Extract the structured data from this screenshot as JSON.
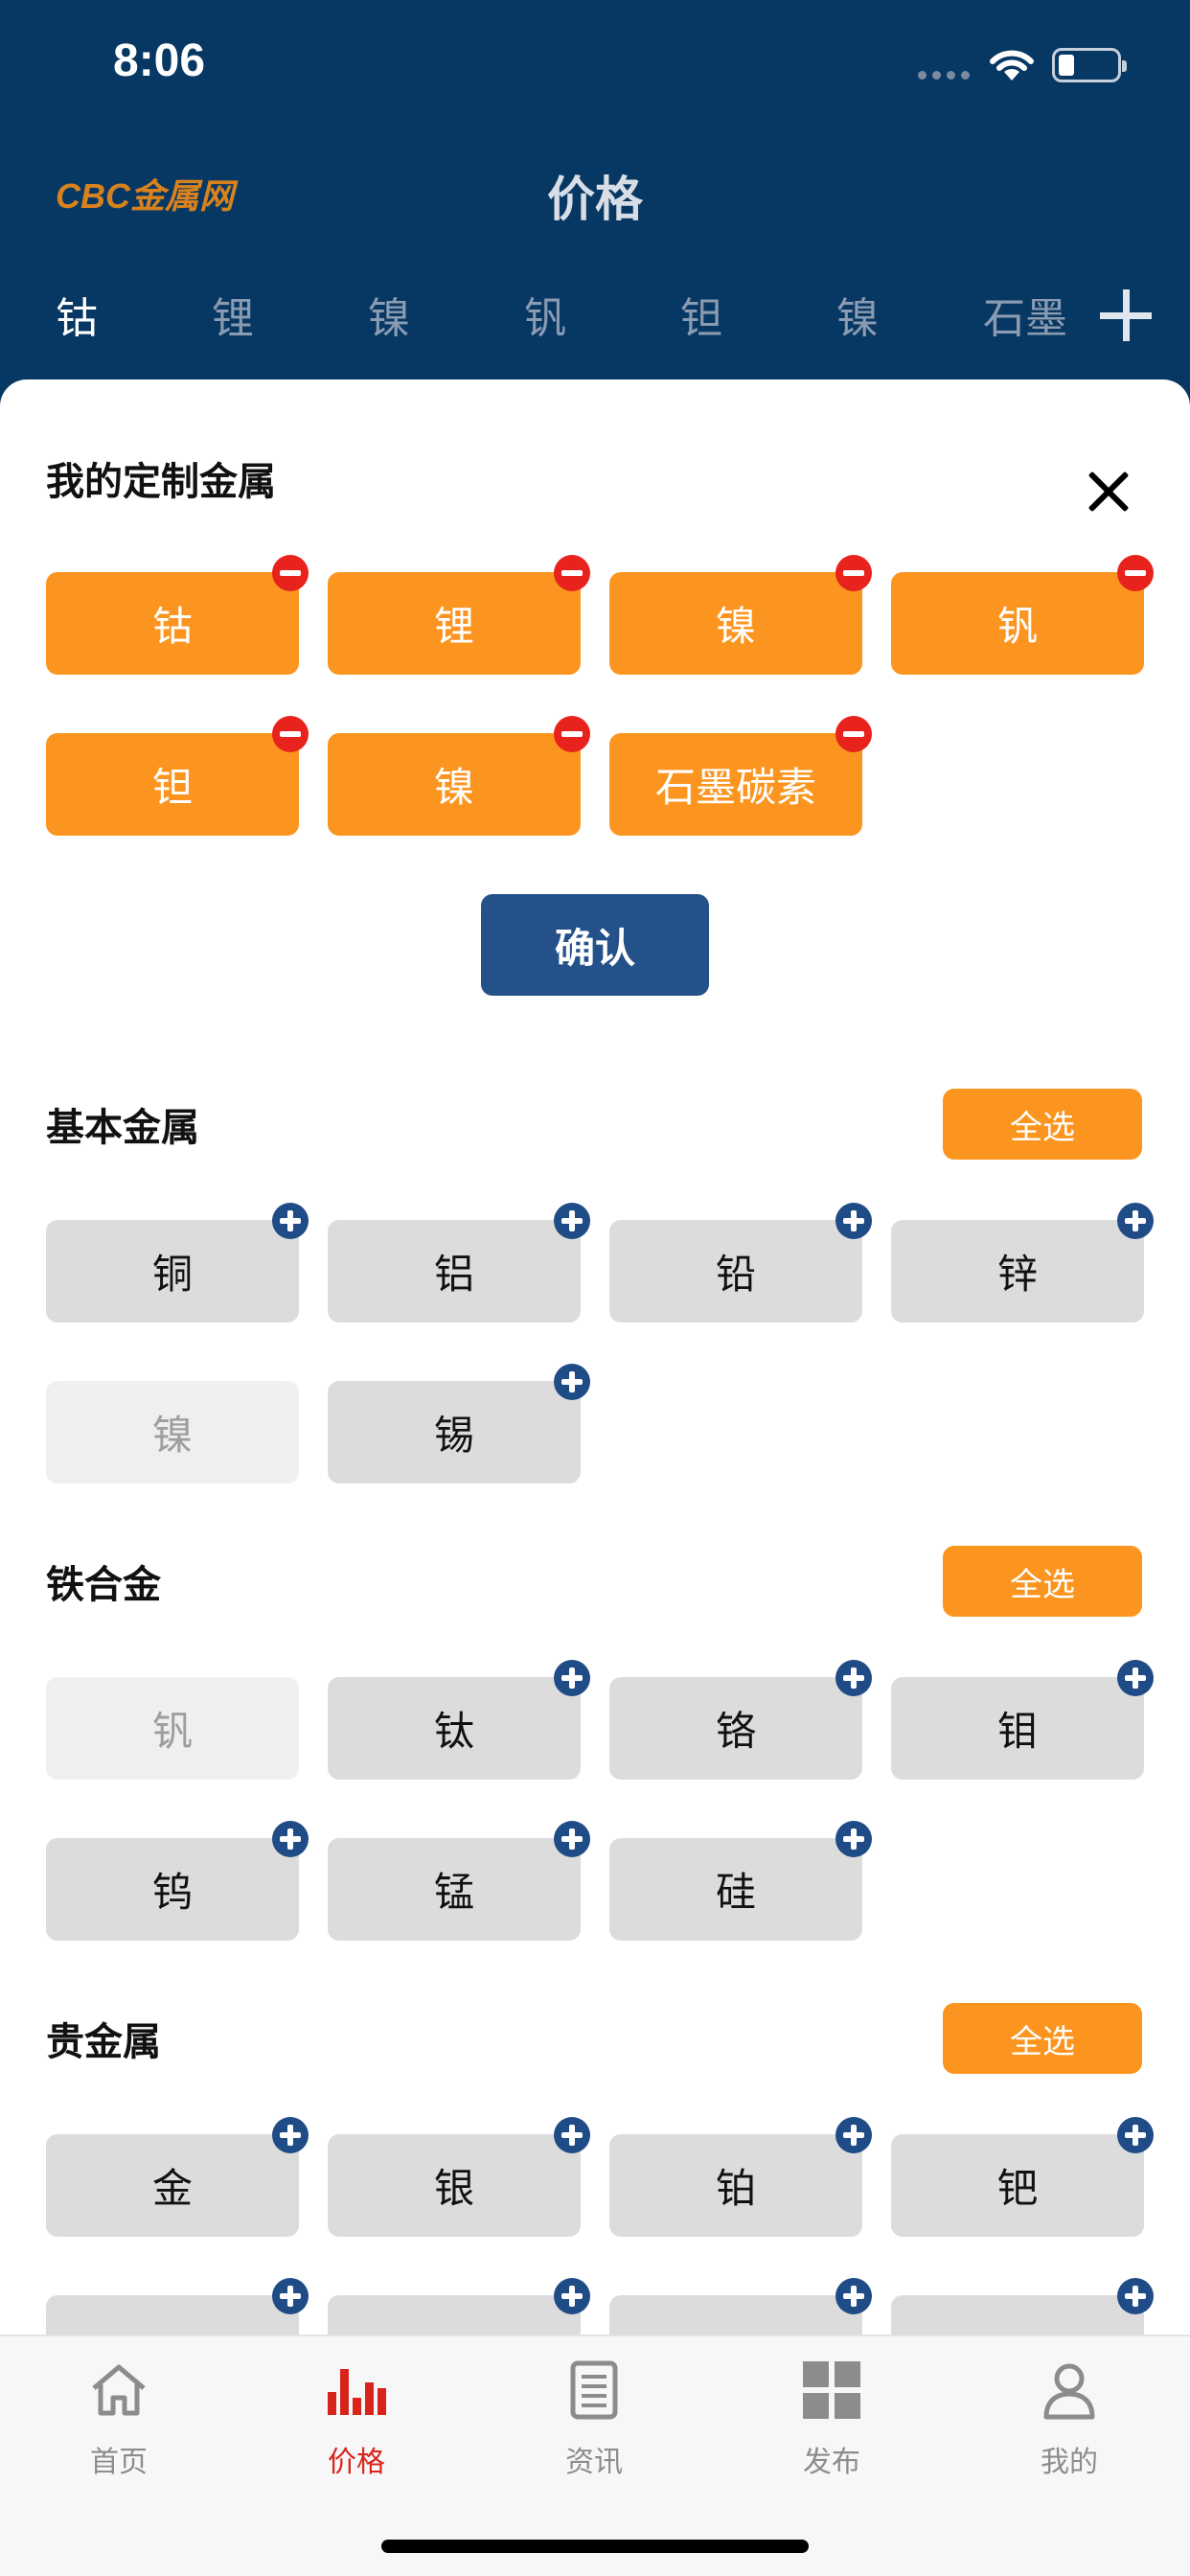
{
  "status": {
    "time": "8:06"
  },
  "header": {
    "brand": "CBC金属网",
    "title": "价格"
  },
  "tabs": [
    "钴",
    "锂",
    "镍",
    "钒",
    "钽",
    "镍",
    "石墨"
  ],
  "custom": {
    "title": "我的定制金属",
    "items": [
      "钴",
      "锂",
      "镍",
      "钒",
      "钽",
      "镍",
      "石墨碳素"
    ],
    "confirm": "确认"
  },
  "select_all": "全选",
  "sections": [
    {
      "title": "基本金属",
      "items": [
        "铜",
        "铝",
        "铅",
        "锌",
        "镍",
        "锡"
      ],
      "disabled": [
        4
      ]
    },
    {
      "title": "铁合金",
      "items": [
        "钒",
        "钛",
        "铬",
        "钼",
        "钨",
        "锰",
        "硅"
      ],
      "disabled": [
        0
      ]
    },
    {
      "title": "贵金属",
      "items": [
        "金",
        "银",
        "铂",
        "钯"
      ],
      "disabled": []
    }
  ],
  "nav": [
    {
      "label": "首页",
      "icon": "home-icon"
    },
    {
      "label": "价格",
      "icon": "bar-chart-icon"
    },
    {
      "label": "资讯",
      "icon": "news-icon"
    },
    {
      "label": "发布",
      "icon": "grid-icon"
    },
    {
      "label": "我的",
      "icon": "user-icon"
    }
  ],
  "colors": {
    "header": "#073863",
    "orange": "#fb951f",
    "primary": "#245189",
    "active": "#d9241c"
  }
}
